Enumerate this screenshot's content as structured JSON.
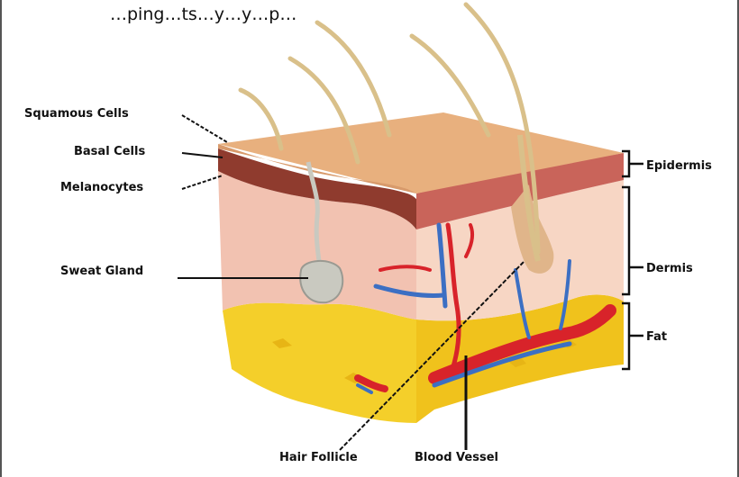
{
  "header_text": "…ping…ts…y…y…p…",
  "labels": {
    "squamous_cells": "Squamous Cells",
    "basal_cells": "Basal Cells",
    "melanocytes": "Melanocytes",
    "sweat_gland": "Sweat Gland",
    "hair_follicle": "Hair Follicle",
    "blood_vessel": "Blood Vessel",
    "epidermis": "Epidermis",
    "dermis": "Dermis",
    "fat": "Fat"
  },
  "colors": {
    "epidermis_top": "#e8b07e",
    "basal_layer": "#8f3b2e",
    "dermis": "#f2c2b1",
    "fat": "#f4cf2a",
    "artery": "#d8232a",
    "vein": "#3c6fc3",
    "hair": "#d9c08a",
    "gland": "#c9c9c0"
  }
}
